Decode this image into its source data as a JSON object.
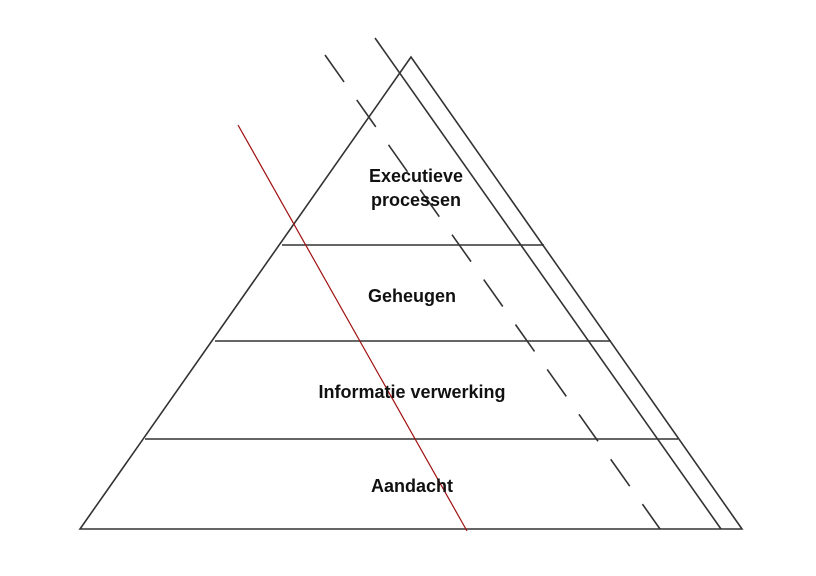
{
  "levels": {
    "top_line1": "Executieve",
    "top_line2": "processen",
    "level2": "Geheugen",
    "level3": "Informatie verwerking",
    "level4": "Aandacht"
  },
  "colors": {
    "lines": "#333333",
    "red_line": "#a01010"
  }
}
